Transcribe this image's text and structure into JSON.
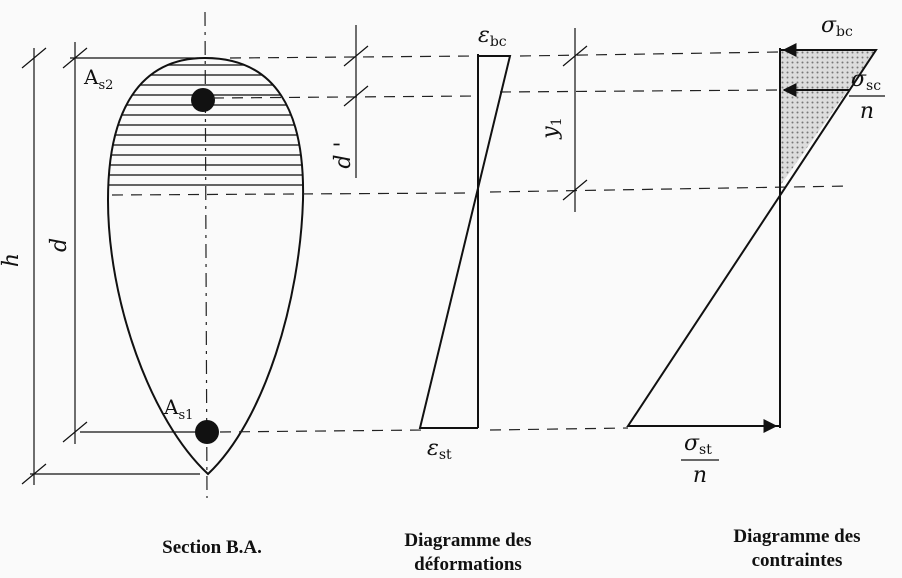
{
  "section": {
    "caption": "Section B.A.",
    "label_h": "h",
    "label_d": "d",
    "label_d_prime": "d '",
    "steel_top": {
      "symbol": "A",
      "sub": "s2"
    },
    "steel_bottom": {
      "symbol": "A",
      "sub": "s1"
    }
  },
  "strain": {
    "caption_line1": "Diagramme des",
    "caption_line2": "déformations",
    "top": {
      "symbol": "ε",
      "sub": "bc"
    },
    "bottom": {
      "symbol": "ε",
      "sub": "st"
    }
  },
  "stress": {
    "caption_line1": "Diagramme des",
    "caption_line2": "contraintes",
    "label_y1": {
      "symbol": "y",
      "sub": "1"
    },
    "top": {
      "symbol": "σ",
      "sub": "bc"
    },
    "compression_steel": {
      "symbol": "σ",
      "sub": "sc",
      "denominator": "n"
    },
    "tension_steel": {
      "symbol": "σ",
      "sub": "st",
      "denominator": "n"
    }
  }
}
